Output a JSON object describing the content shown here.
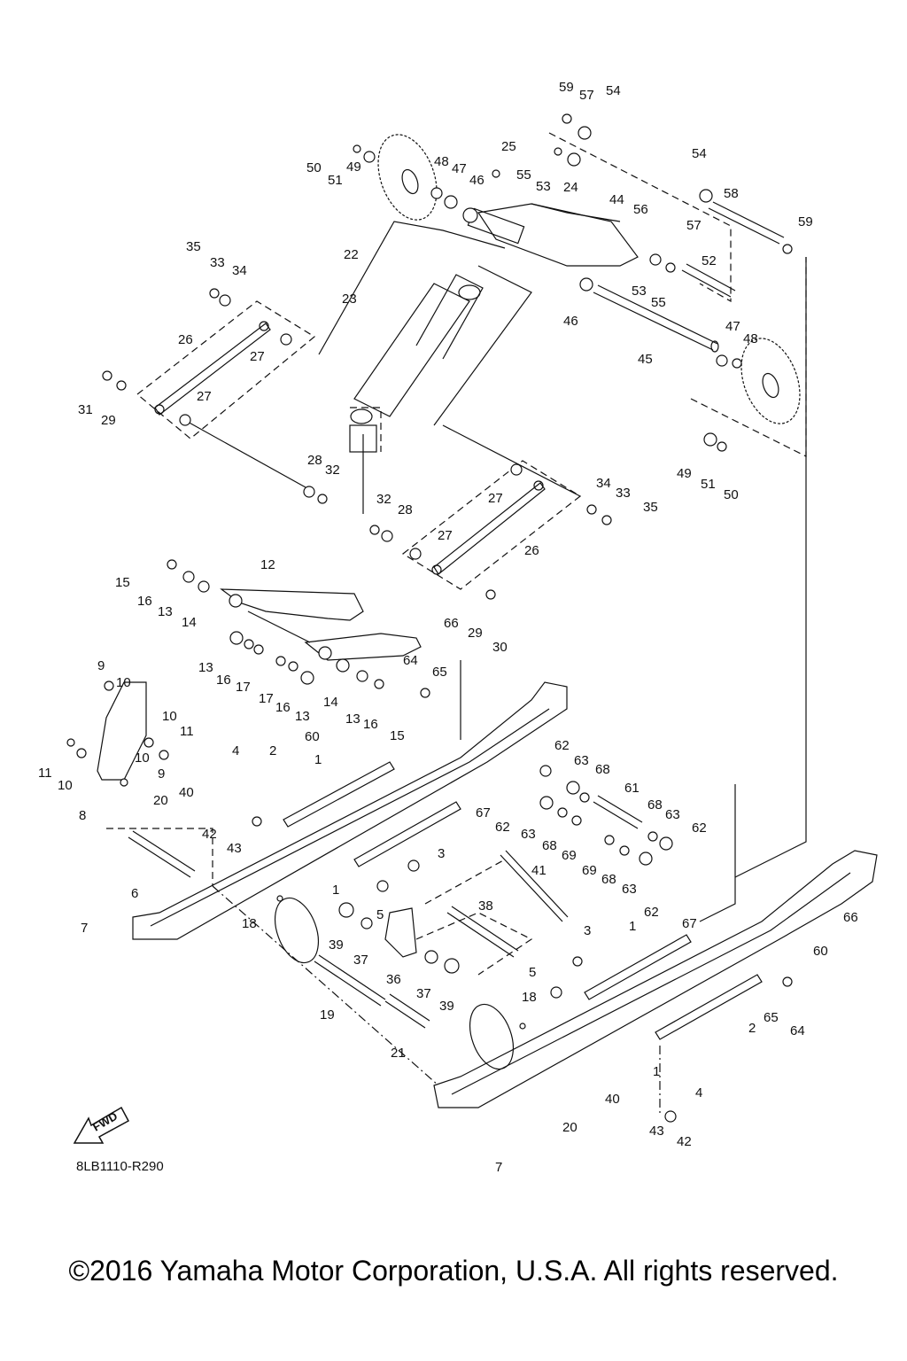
{
  "diagram": {
    "reference_code": "8LB1110-R290",
    "fwd_label": "FWD",
    "callouts": [
      {
        "id": "c59a",
        "text": "59"
      },
      {
        "id": "c57a",
        "text": "57"
      },
      {
        "id": "c54a",
        "text": "54"
      },
      {
        "id": "c54b",
        "text": "54"
      },
      {
        "id": "c25",
        "text": "25"
      },
      {
        "id": "c50a",
        "text": "50"
      },
      {
        "id": "c51a",
        "text": "51"
      },
      {
        "id": "c49a",
        "text": "49"
      },
      {
        "id": "c48a",
        "text": "48"
      },
      {
        "id": "c47a",
        "text": "47"
      },
      {
        "id": "c46a",
        "text": "46"
      },
      {
        "id": "c55a",
        "text": "55"
      },
      {
        "id": "c53a",
        "text": "53"
      },
      {
        "id": "c24",
        "text": "24"
      },
      {
        "id": "c44",
        "text": "44"
      },
      {
        "id": "c56",
        "text": "56"
      },
      {
        "id": "c57b",
        "text": "57"
      },
      {
        "id": "c58",
        "text": "58"
      },
      {
        "id": "c59b",
        "text": "59"
      },
      {
        "id": "c35a",
        "text": "35"
      },
      {
        "id": "c33a",
        "text": "33"
      },
      {
        "id": "c34a",
        "text": "34"
      },
      {
        "id": "c22",
        "text": "22"
      },
      {
        "id": "c23",
        "text": "23"
      },
      {
        "id": "c52",
        "text": "52"
      },
      {
        "id": "c53b",
        "text": "53"
      },
      {
        "id": "c55b",
        "text": "55"
      },
      {
        "id": "c46b",
        "text": "46"
      },
      {
        "id": "c26a",
        "text": "26"
      },
      {
        "id": "c27a",
        "text": "27"
      },
      {
        "id": "c47b",
        "text": "47"
      },
      {
        "id": "c48b",
        "text": "48"
      },
      {
        "id": "c45",
        "text": "45"
      },
      {
        "id": "c31",
        "text": "31"
      },
      {
        "id": "c29a",
        "text": "29"
      },
      {
        "id": "c27b",
        "text": "27"
      },
      {
        "id": "c28a",
        "text": "28"
      },
      {
        "id": "c32a",
        "text": "32"
      },
      {
        "id": "c27c",
        "text": "27"
      },
      {
        "id": "c49b",
        "text": "49"
      },
      {
        "id": "c51b",
        "text": "51"
      },
      {
        "id": "c50b",
        "text": "50"
      },
      {
        "id": "c34b",
        "text": "34"
      },
      {
        "id": "c33b",
        "text": "33"
      },
      {
        "id": "c35b",
        "text": "35"
      },
      {
        "id": "c32b",
        "text": "32"
      },
      {
        "id": "c28b",
        "text": "28"
      },
      {
        "id": "c27d",
        "text": "27"
      },
      {
        "id": "c26b",
        "text": "26"
      },
      {
        "id": "c15a",
        "text": "15"
      },
      {
        "id": "c16a",
        "text": "16"
      },
      {
        "id": "c13a",
        "text": "13"
      },
      {
        "id": "c14a",
        "text": "14"
      },
      {
        "id": "c12",
        "text": "12"
      },
      {
        "id": "c29b",
        "text": "29"
      },
      {
        "id": "c30",
        "text": "30"
      },
      {
        "id": "c66a",
        "text": "66"
      },
      {
        "id": "c64a",
        "text": "64"
      },
      {
        "id": "c65a",
        "text": "65"
      },
      {
        "id": "c13b",
        "text": "13"
      },
      {
        "id": "c16b",
        "text": "16"
      },
      {
        "id": "c17a",
        "text": "17"
      },
      {
        "id": "c17b",
        "text": "17"
      },
      {
        "id": "c16c",
        "text": "16"
      },
      {
        "id": "c13c",
        "text": "13"
      },
      {
        "id": "c14b",
        "text": "14"
      },
      {
        "id": "c13d",
        "text": "13"
      },
      {
        "id": "c16d",
        "text": "16"
      },
      {
        "id": "c15b",
        "text": "15"
      },
      {
        "id": "c9a",
        "text": "9"
      },
      {
        "id": "c10a",
        "text": "10"
      },
      {
        "id": "c10b",
        "text": "10"
      },
      {
        "id": "c11a",
        "text": "11"
      },
      {
        "id": "c10c",
        "text": "10"
      },
      {
        "id": "c11b",
        "text": "11"
      },
      {
        "id": "c10d",
        "text": "10"
      },
      {
        "id": "c9b",
        "text": "9"
      },
      {
        "id": "c8",
        "text": "8"
      },
      {
        "id": "c60a",
        "text": "60"
      },
      {
        "id": "c4a",
        "text": "4"
      },
      {
        "id": "c2a",
        "text": "2"
      },
      {
        "id": "c1a",
        "text": "1"
      },
      {
        "id": "c62a",
        "text": "62"
      },
      {
        "id": "c63a",
        "text": "63"
      },
      {
        "id": "c68a",
        "text": "68"
      },
      {
        "id": "c67a",
        "text": "67"
      },
      {
        "id": "c62b",
        "text": "62"
      },
      {
        "id": "c63b",
        "text": "63"
      },
      {
        "id": "c68b",
        "text": "68"
      },
      {
        "id": "c69a",
        "text": "69"
      },
      {
        "id": "c61",
        "text": "61"
      },
      {
        "id": "c68c",
        "text": "68"
      },
      {
        "id": "c63c",
        "text": "63"
      },
      {
        "id": "c62c",
        "text": "62"
      },
      {
        "id": "c69b",
        "text": "69"
      },
      {
        "id": "c68d",
        "text": "68"
      },
      {
        "id": "c63d",
        "text": "63"
      },
      {
        "id": "c62d",
        "text": "62"
      },
      {
        "id": "c40a",
        "text": "40"
      },
      {
        "id": "c20a",
        "text": "20"
      },
      {
        "id": "c42a",
        "text": "42"
      },
      {
        "id": "c43a",
        "text": "43"
      },
      {
        "id": "c3a",
        "text": "3"
      },
      {
        "id": "c1b",
        "text": "1"
      },
      {
        "id": "c6",
        "text": "6"
      },
      {
        "id": "c7a",
        "text": "7"
      },
      {
        "id": "c18a",
        "text": "18"
      },
      {
        "id": "c5a",
        "text": "5"
      },
      {
        "id": "c41",
        "text": "41"
      },
      {
        "id": "c38",
        "text": "38"
      },
      {
        "id": "c39a",
        "text": "39"
      },
      {
        "id": "c37a",
        "text": "37"
      },
      {
        "id": "c36",
        "text": "36"
      },
      {
        "id": "c3b",
        "text": "3"
      },
      {
        "id": "c1c",
        "text": "1"
      },
      {
        "id": "c67b",
        "text": "67"
      },
      {
        "id": "c66b",
        "text": "66"
      },
      {
        "id": "c60b",
        "text": "60"
      },
      {
        "id": "c37b",
        "text": "37"
      },
      {
        "id": "c39b",
        "text": "39"
      },
      {
        "id": "c5b",
        "text": "5"
      },
      {
        "id": "c19",
        "text": "19"
      },
      {
        "id": "c18b",
        "text": "18"
      },
      {
        "id": "c65b",
        "text": "65"
      },
      {
        "id": "c64b",
        "text": "64"
      },
      {
        "id": "c21",
        "text": "21"
      },
      {
        "id": "c2b",
        "text": "2"
      },
      {
        "id": "c1d",
        "text": "1"
      },
      {
        "id": "c40b",
        "text": "40"
      },
      {
        "id": "c4b",
        "text": "4"
      },
      {
        "id": "c20b",
        "text": "20"
      },
      {
        "id": "c43b",
        "text": "43"
      },
      {
        "id": "c42b",
        "text": "42"
      },
      {
        "id": "c7b",
        "text": "7"
      }
    ]
  },
  "footer": {
    "copyright": "©2016 Yamaha Motor Corporation, U.S.A. All rights reserved."
  }
}
